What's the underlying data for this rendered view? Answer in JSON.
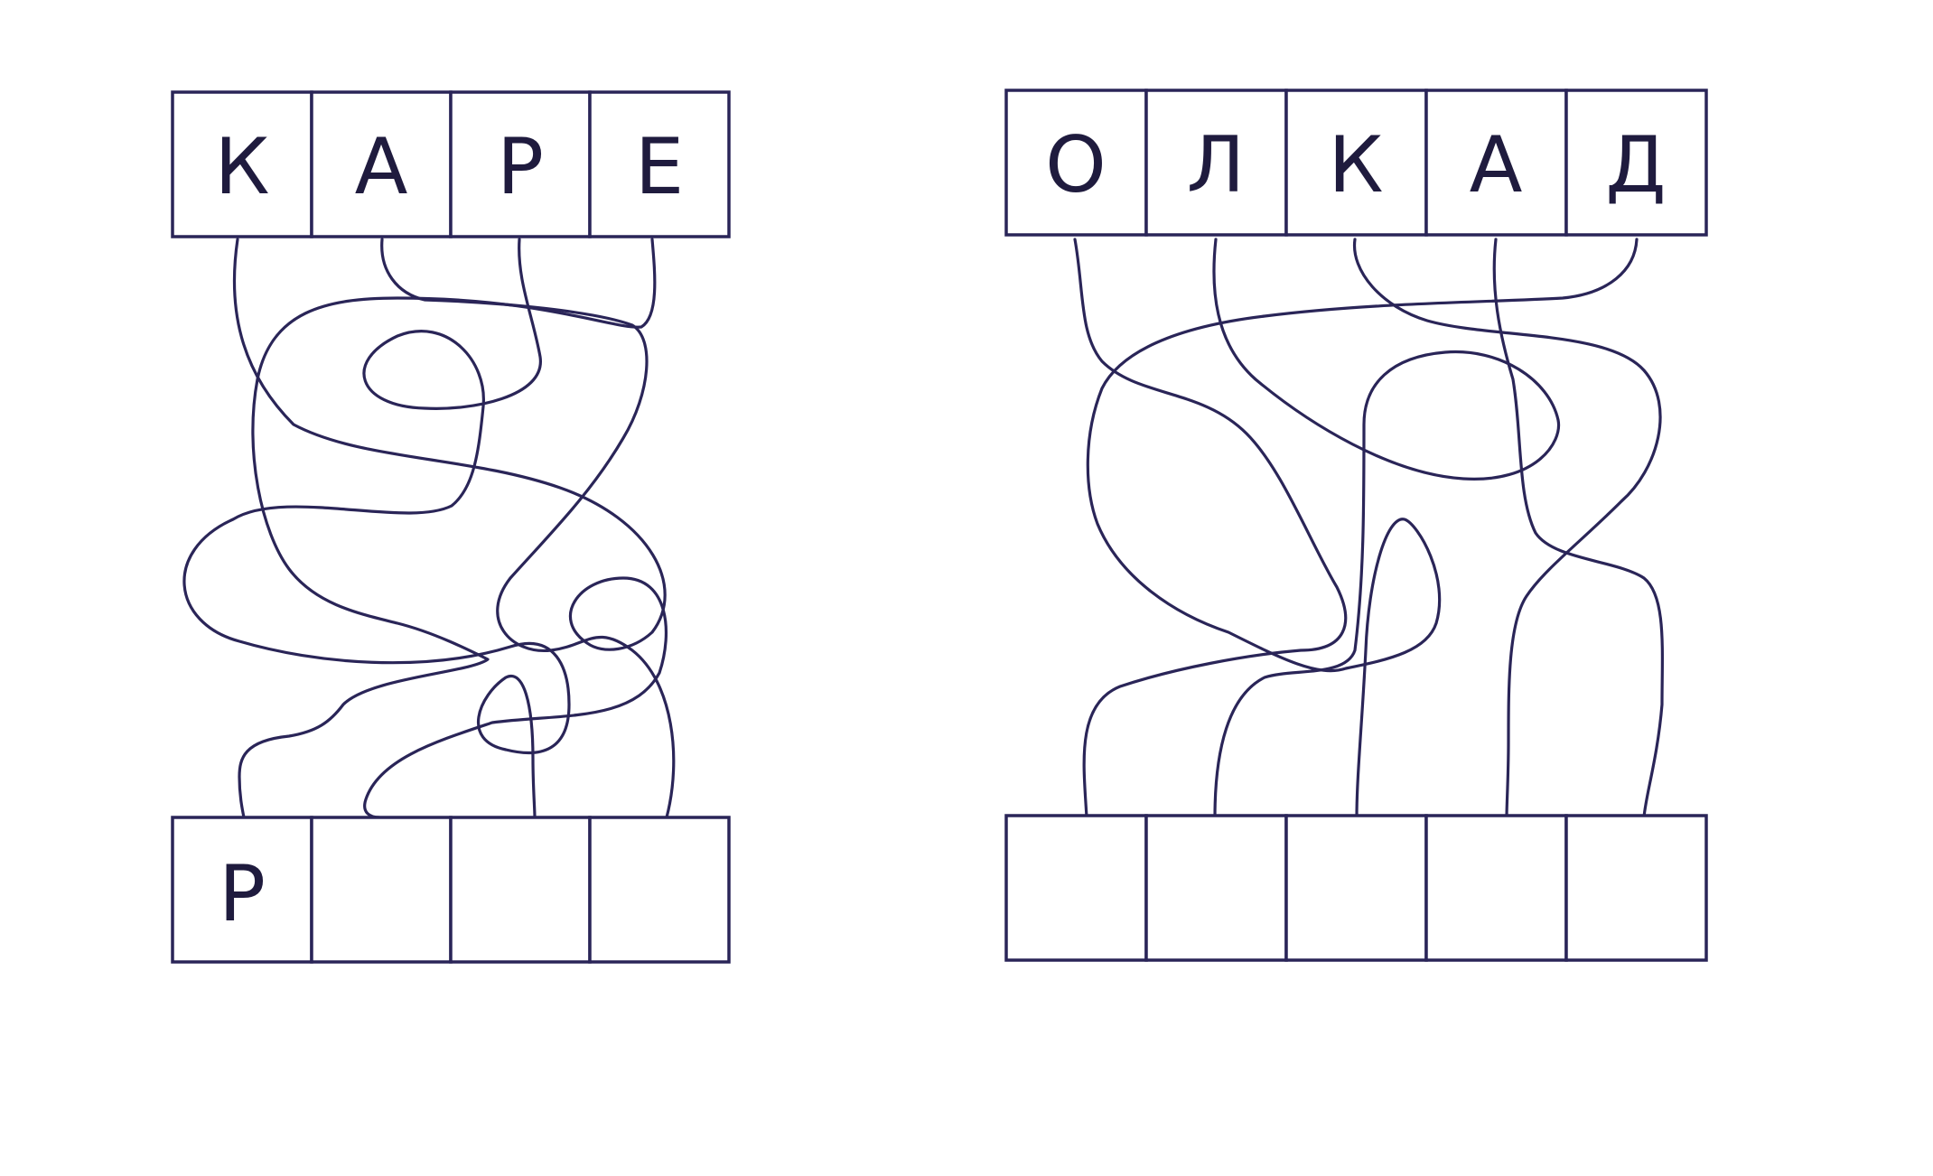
{
  "puzzles": [
    {
      "id": "puzzle-1",
      "top_letters": [
        "К",
        "А",
        "Р",
        "Е"
      ],
      "bottom_letters": [
        "Р",
        "",
        "",
        ""
      ]
    },
    {
      "id": "puzzle-2",
      "top_letters": [
        "О",
        "Л",
        "К",
        "А",
        "Д"
      ],
      "bottom_letters": [
        "",
        "",
        "",
        "",
        ""
      ]
    }
  ],
  "colors": {
    "line": "#2a2558",
    "text": "#1f1b3e",
    "background": "#ffffff"
  }
}
